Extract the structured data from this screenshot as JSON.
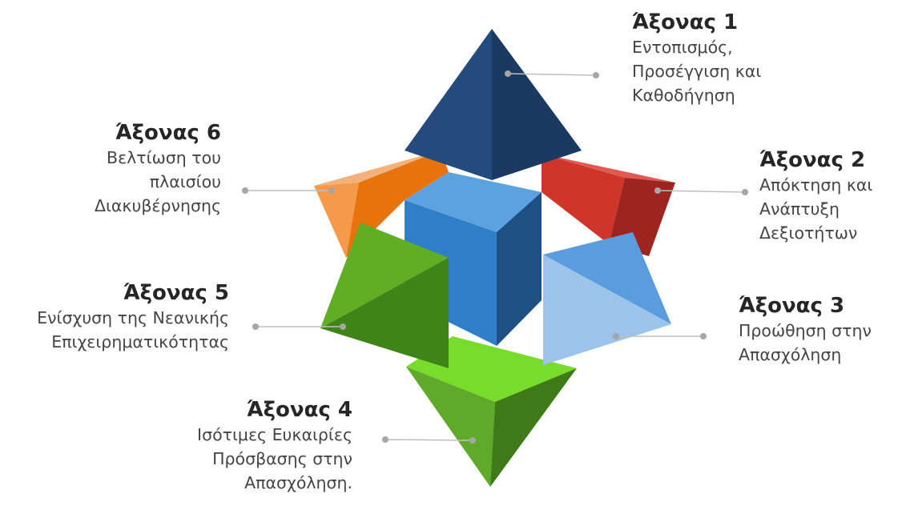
{
  "axes": [
    {
      "id": 1,
      "title": "Άξονας 1",
      "lines": [
        "Εντοπισμός,",
        "Προσέγγιση και",
        "Καθοδήγηση"
      ],
      "color": "#1f4e79"
    },
    {
      "id": 2,
      "title": "Άξονας 2",
      "lines": [
        "Απόκτηση και",
        "Ανάπτυξη",
        "Δεξιοτήτων"
      ],
      "color": "#c0312a"
    },
    {
      "id": 3,
      "title": "Άξονας 3",
      "lines": [
        "Προώθηση στην",
        "Απασχόληση"
      ],
      "color": "#5b9bd5"
    },
    {
      "id": 4,
      "title": "Άξονας 4",
      "lines": [
        "Ισότιμες Ευκαιρίες",
        "Πρόσβασης στην",
        "Απασχόληση."
      ],
      "color": "#5faa2a"
    },
    {
      "id": 5,
      "title": "Άξονας 5",
      "lines": [
        "Ενίσχυση της Νεανικής",
        "Επιχειρηματικότητας"
      ],
      "color": "#4e9a22"
    },
    {
      "id": 6,
      "title": "Άξονας 6",
      "lines": [
        "Βελτίωση του",
        "πλαισίου",
        "Διακυβέρνησης"
      ],
      "color": "#e8720c"
    }
  ],
  "connector_color": "#bfbfbf",
  "dot_color": "#a6a6a6"
}
